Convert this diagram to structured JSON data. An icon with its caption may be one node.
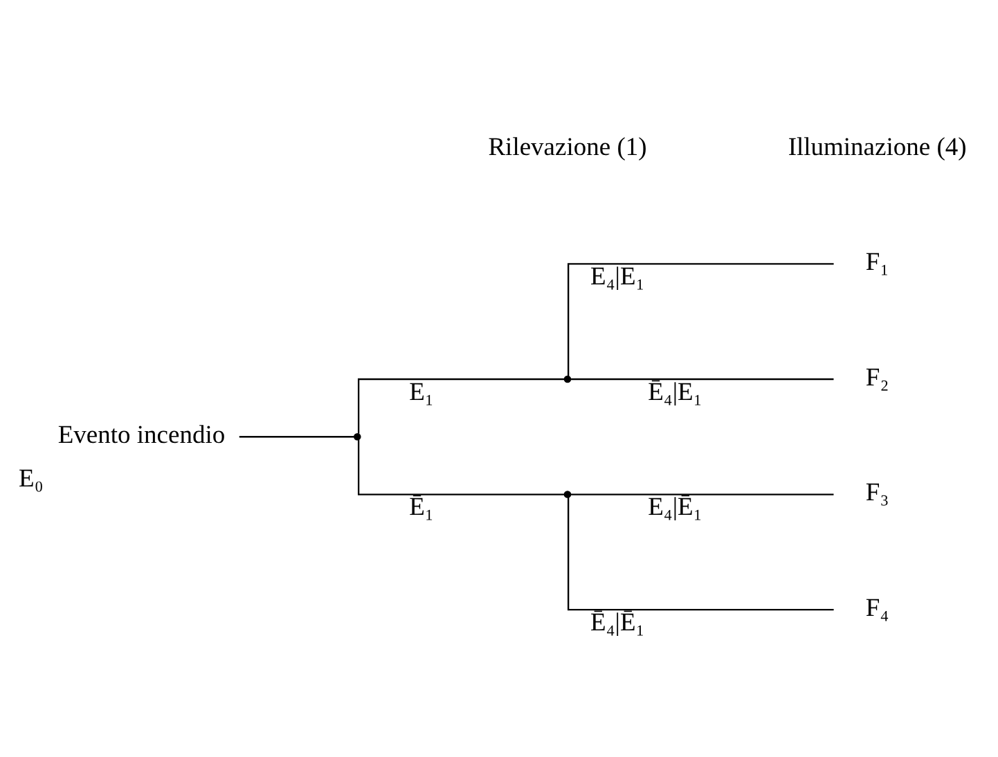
{
  "diagram": {
    "nodes": [
      {
        "text": [
          "Evento incendio"
        ],
        "beside": [
          "E₀"
        ]
      },
      {
        "text": [],
        "shape": "point"
      },
      {
        "text": [],
        "shape": "point"
      },
      {
        "text": [],
        "shape": "point"
      },
      {
        "text": [
          "F₁"
        ]
      },
      {
        "text": [
          "F₂"
        ]
      },
      {
        "text": [
          "F₃"
        ]
      },
      {
        "text": [
          "F₄"
        ]
      }
    ],
    "edges": [
      {
        "from": 0,
        "to": 1,
        "arrow": "none"
      },
      {
        "from": 1,
        "to": 2,
        "arrow": "none",
        "label": "E₁"
      },
      {
        "from": 1,
        "to": 3,
        "arrow": "none",
        "label": "Ē₁"
      },
      {
        "from": 2,
        "to": 4,
        "arrow": "none",
        "label": "E₄|E₁"
      },
      {
        "from": 2,
        "to": 5,
        "arrow": "none",
        "label": "Ē₄|E₁"
      },
      {
        "from": 3,
        "to": 6,
        "arrow": "none",
        "label": "E₄|Ē₁"
      },
      {
        "from": 3,
        "to": 7,
        "arrow": "none",
        "label": "Ē₄|Ē₁"
      }
    ],
    "labels": [
      "Rilevazione (1)",
      "Illuminazione (4)"
    ]
  }
}
